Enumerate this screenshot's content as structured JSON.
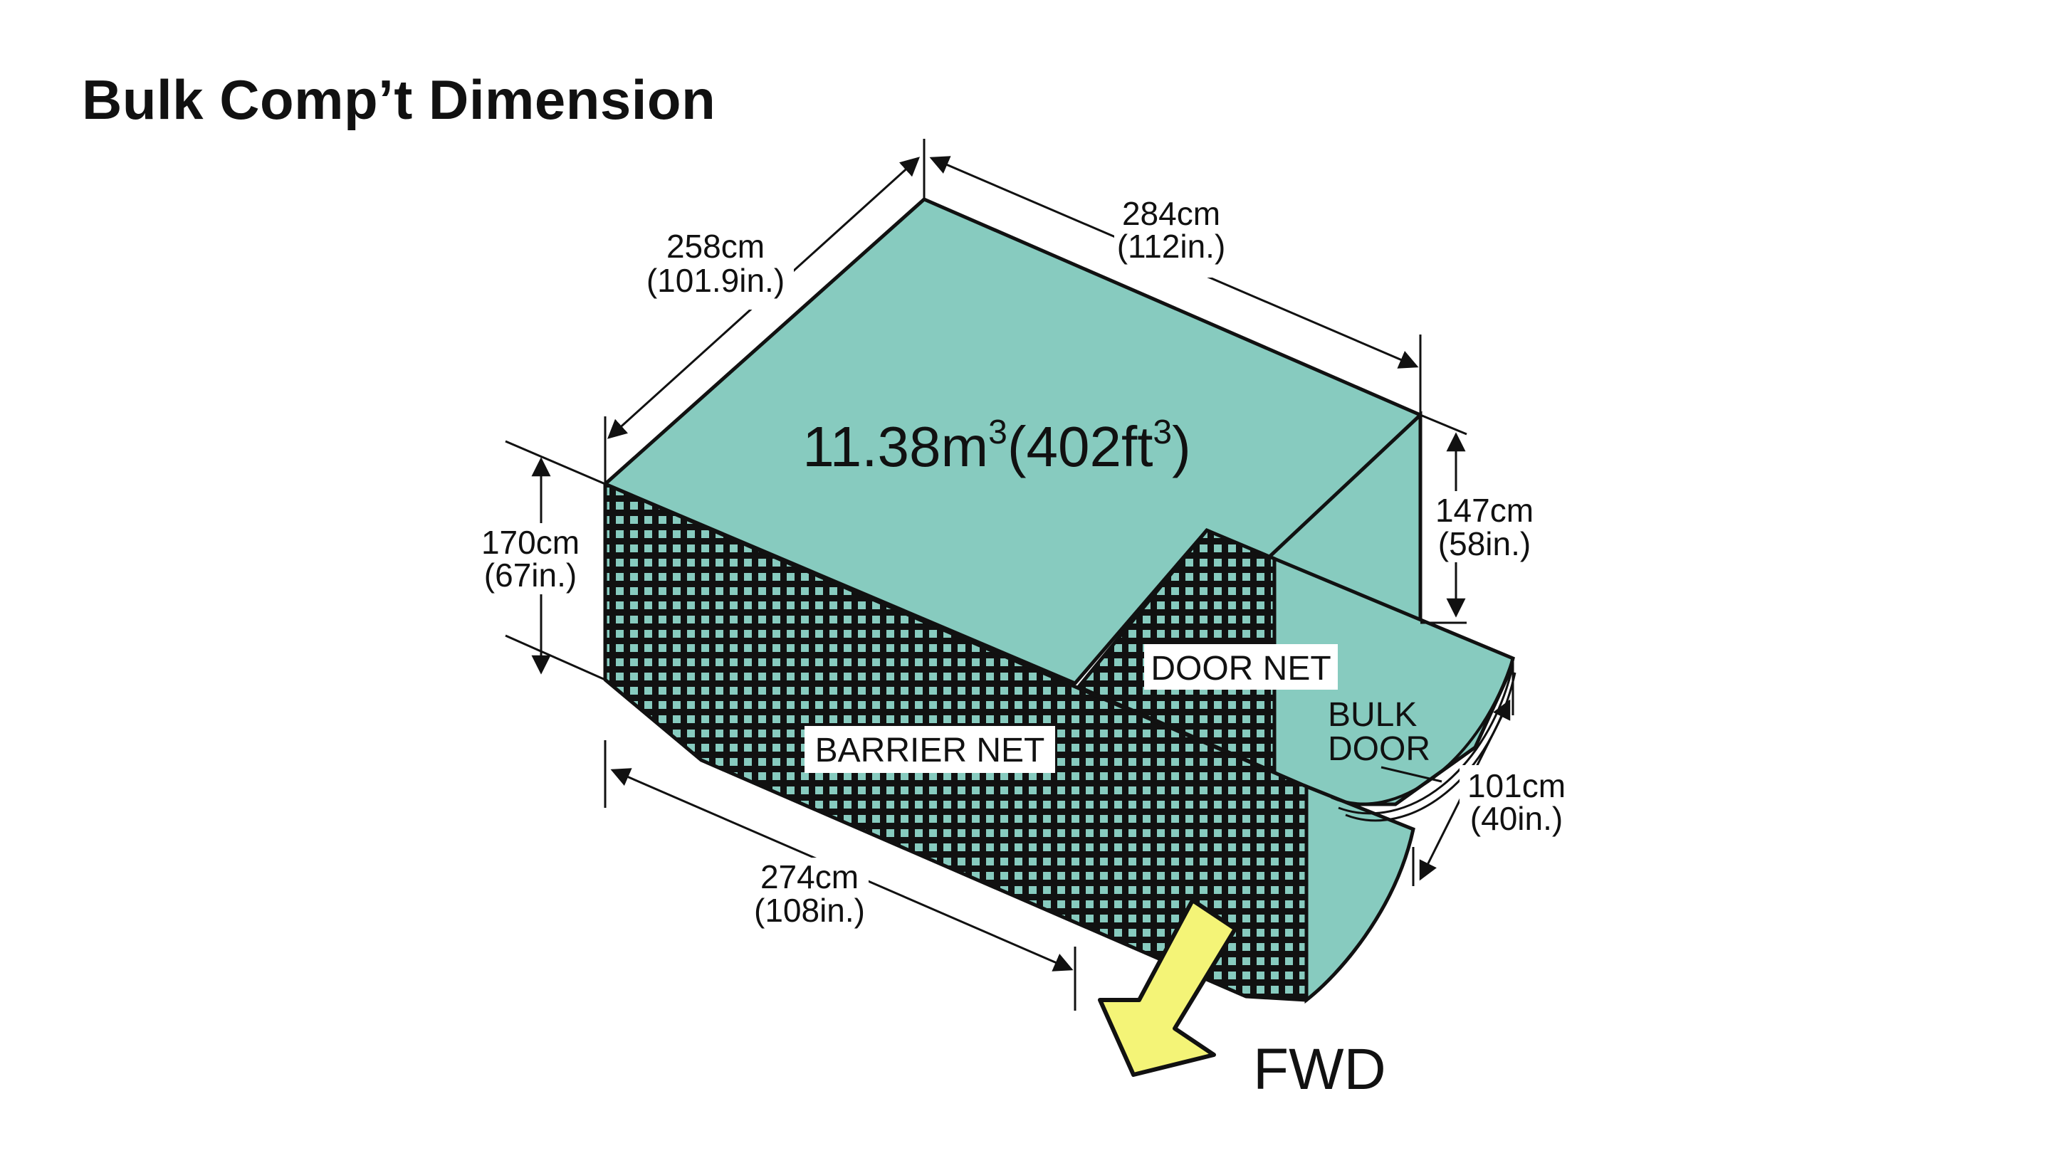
{
  "title": "Bulk Comp’t Dimension",
  "colors": {
    "compartment_fill": "#87CBBF",
    "outline": "#111111",
    "arrow_fill": "#F4F477"
  },
  "volume": {
    "value_m": "11.38m",
    "unit_m_sup": "3",
    "value_ft": "(402ft",
    "unit_ft_sup": "3",
    "close": ")"
  },
  "dimensions": {
    "length_top_cm": "284cm",
    "length_top_in": "(112in.)",
    "width_cm": "258cm",
    "width_in": "(101.9in.)",
    "height_cm": "170cm",
    "height_in": "(67in.)",
    "door_height_cm": "147cm",
    "door_height_in": "(58in.)",
    "door_width_cm": "101cm",
    "door_width_in": "(40in.)",
    "length_bottom_cm": "274cm",
    "length_bottom_in": "(108in.)"
  },
  "labels": {
    "door_net": "DOOR NET",
    "barrier_net": "BARRIER NET",
    "bulk_door_line1": "BULK",
    "bulk_door_line2": "DOOR",
    "fwd": "FWD"
  }
}
